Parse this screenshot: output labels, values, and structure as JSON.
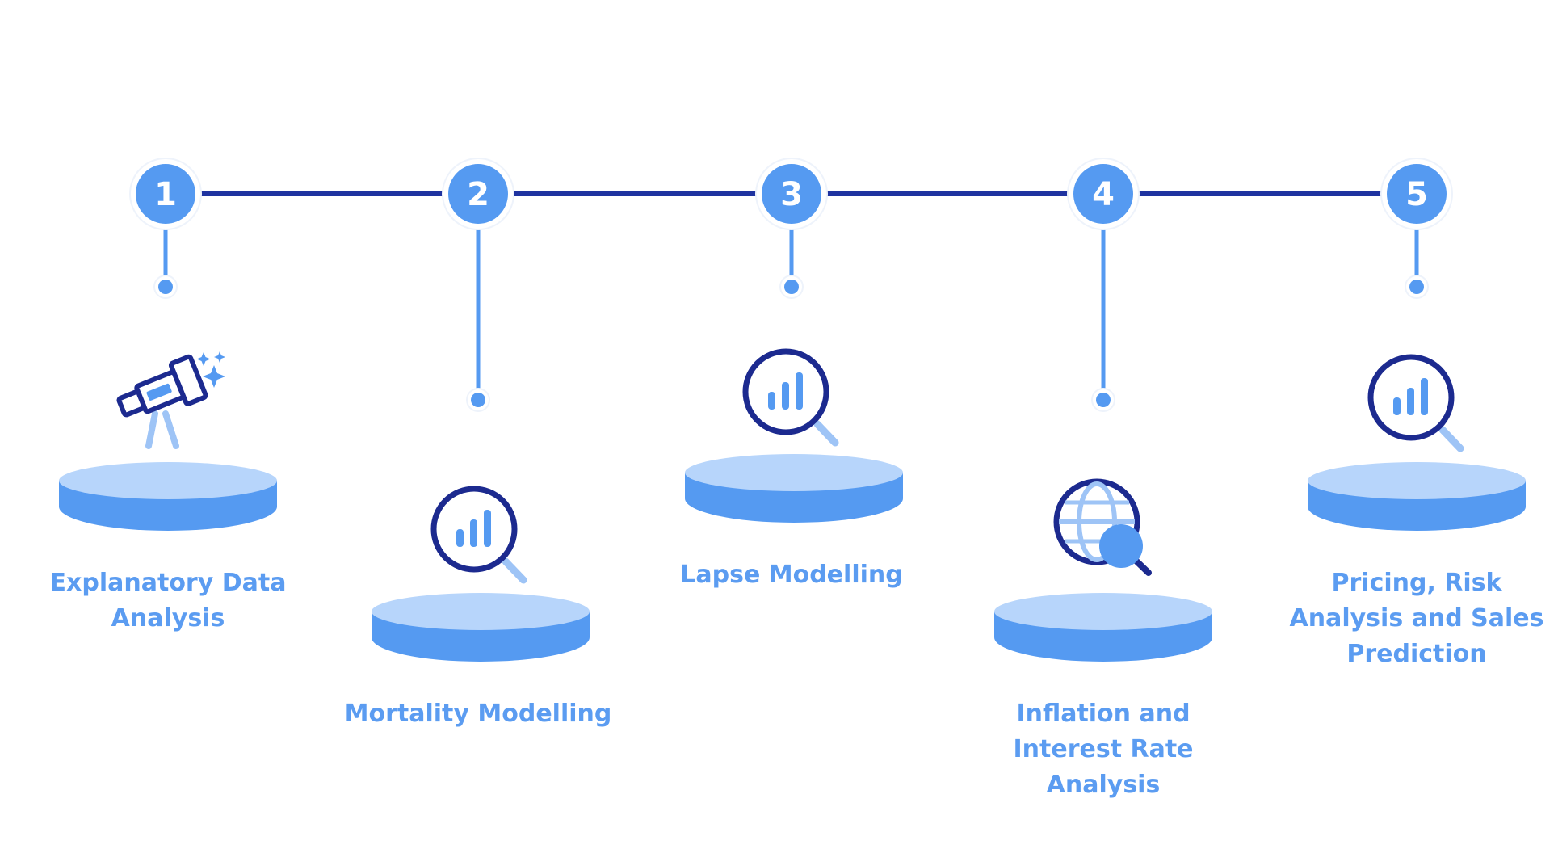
{
  "colors": {
    "timeline": "#1f33a0",
    "accent": "#559af1",
    "accent_light": "#b7d5fb",
    "icon_dark": "#1c2a8f",
    "text": "#5b9cf1"
  },
  "steps": [
    {
      "number": "1",
      "label": "Explanatory Data\nAnalysis",
      "icon": "telescope-icon"
    },
    {
      "number": "2",
      "label": "Mortality Modelling",
      "icon": "magnifier-chart-icon"
    },
    {
      "number": "3",
      "label": "Lapse Modelling",
      "icon": "magnifier-chart-icon"
    },
    {
      "number": "4",
      "label": "Inflation and\nInterest Rate\nAnalysis",
      "icon": "globe-search-icon"
    },
    {
      "number": "5",
      "label": "Pricing, Risk\nAnalysis and Sales\nPrediction",
      "icon": "magnifier-chart-icon"
    }
  ]
}
